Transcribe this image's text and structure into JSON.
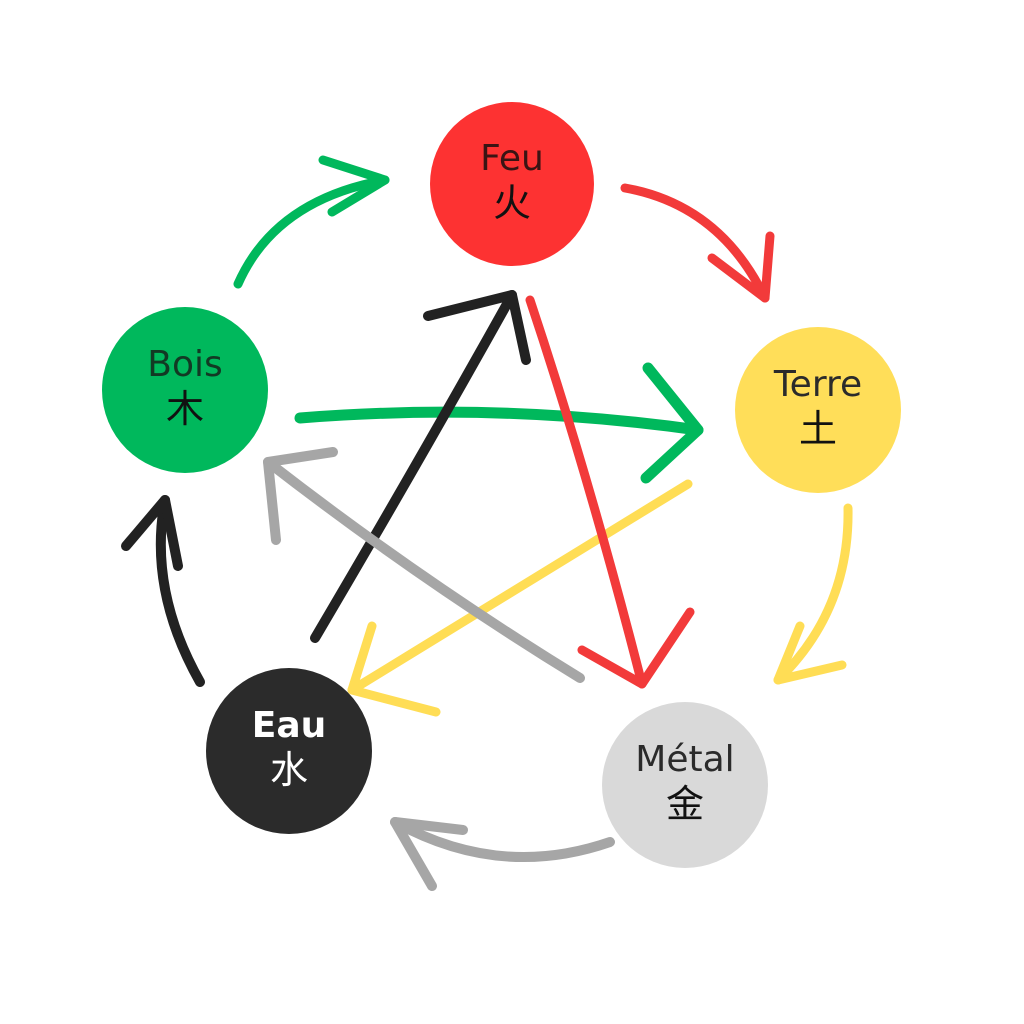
{
  "colors": {
    "fire": "#fd3232",
    "earth": "#ffde59",
    "metal": "#d9d9d9",
    "water": "#2b2b2b",
    "wood": "#00b85c",
    "arrow_fire": "#f23a3a",
    "arrow_earth": "#ffdd55",
    "arrow_metal": "#a6a6a6",
    "arrow_water": "#222222",
    "arrow_wood": "#00b85c"
  },
  "elements": {
    "feu": {
      "name": "Feu",
      "glyph": "火"
    },
    "terre": {
      "name": "Terre",
      "glyph": "土"
    },
    "metal": {
      "name": "Métal",
      "glyph": "金"
    },
    "eau": {
      "name": "Eau",
      "glyph": "水"
    },
    "bois": {
      "name": "Bois",
      "glyph": "木"
    }
  },
  "generating_cycle": [
    {
      "from": "bois",
      "to": "feu"
    },
    {
      "from": "feu",
      "to": "terre"
    },
    {
      "from": "terre",
      "to": "metal"
    },
    {
      "from": "metal",
      "to": "eau"
    },
    {
      "from": "eau",
      "to": "bois"
    }
  ],
  "controlling_cycle": [
    {
      "from": "bois",
      "to": "terre"
    },
    {
      "from": "terre",
      "to": "eau"
    },
    {
      "from": "eau",
      "to": "feu"
    },
    {
      "from": "feu",
      "to": "metal"
    },
    {
      "from": "metal",
      "to": "bois"
    }
  ]
}
